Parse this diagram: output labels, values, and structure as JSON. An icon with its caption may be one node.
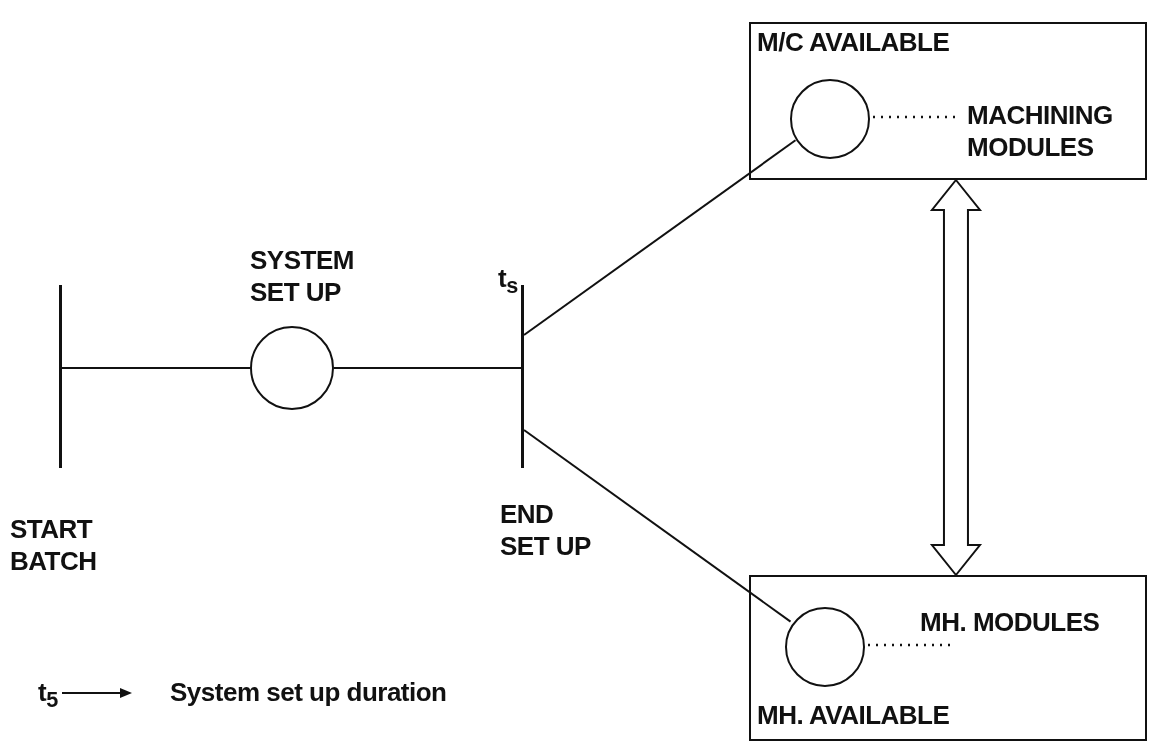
{
  "diagram": {
    "nodes": [
      {
        "text": [],
        "shape": "bar",
        "beside": [
          "START BATCH"
        ]
      },
      {
        "text": [],
        "shape": "circle",
        "beside": [
          "SYSTEM SET UP"
        ]
      },
      {
        "text": [],
        "shape": "bar",
        "beside": [
          "t$_{s}$",
          "END SET UP"
        ]
      },
      {
        "text": [
          "M/C AVAILABLE"
        ]
      },
      {
        "text": [],
        "shape": "circle",
        "in": 3
      },
      {
        "text": [
          "MACHINING MODULES"
        ],
        "in": 3
      },
      {
        "text": [
          "MH. AVAILABLE"
        ]
      },
      {
        "text": [],
        "shape": "circle",
        "in": 6
      },
      {
        "text": [
          "MH. MODULES"
        ],
        "in": 6
      }
    ],
    "edges": [
      {
        "from": 0,
        "to": 1,
        "arrow": "none"
      },
      {
        "from": 1,
        "to": 2,
        "arrow": "none"
      },
      {
        "from": 2,
        "to": 4,
        "arrow": "none"
      },
      {
        "from": 2,
        "to": 7,
        "arrow": "none"
      },
      {
        "from": 3,
        "to": 6,
        "arrow": "both",
        "style": "thick"
      },
      {
        "from": 5,
        "to": 4,
        "arrow": "none",
        "style": "dashed"
      },
      {
        "from": 8,
        "to": 7,
        "arrow": "none",
        "style": "dashed"
      }
    ],
    "labels": [
      "t$_{5}$",
      "System set up duration"
    ]
  }
}
